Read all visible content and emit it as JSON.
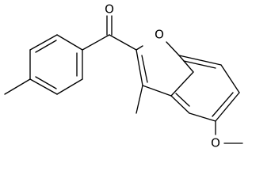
{
  "molecule": {
    "atom_labels": {
      "carbonyl_oxygen": "O",
      "furan_oxygen": "O",
      "methoxy_oxygen": "O"
    }
  }
}
